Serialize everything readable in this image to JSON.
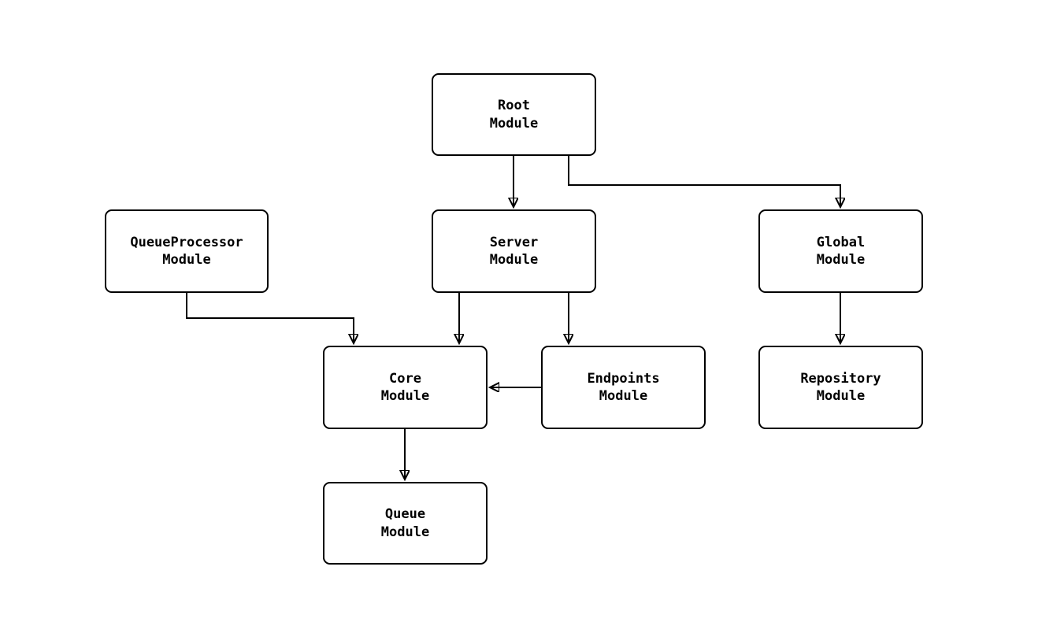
{
  "diagram": {
    "type": "module-dependency-graph",
    "colors": {
      "background": "#ffffff",
      "node_fill": "#ffffff",
      "stroke": "#000000",
      "text": "#000000"
    },
    "nodes": [
      {
        "id": "root",
        "label": "Root\nModule"
      },
      {
        "id": "server",
        "label": "Server\nModule"
      },
      {
        "id": "global",
        "label": "Global\nModule"
      },
      {
        "id": "queueprocessor",
        "label": "QueueProcessor\nModule"
      },
      {
        "id": "core",
        "label": "Core\nModule"
      },
      {
        "id": "endpoints",
        "label": "Endpoints\nModule"
      },
      {
        "id": "repository",
        "label": "Repository\nModule"
      },
      {
        "id": "queue",
        "label": "Queue\nModule"
      }
    ],
    "edges": [
      {
        "from": "root",
        "to": "server"
      },
      {
        "from": "root",
        "to": "global"
      },
      {
        "from": "server",
        "to": "core"
      },
      {
        "from": "server",
        "to": "endpoints"
      },
      {
        "from": "queueprocessor",
        "to": "core"
      },
      {
        "from": "endpoints",
        "to": "core"
      },
      {
        "from": "global",
        "to": "repository"
      },
      {
        "from": "core",
        "to": "queue"
      }
    ]
  }
}
